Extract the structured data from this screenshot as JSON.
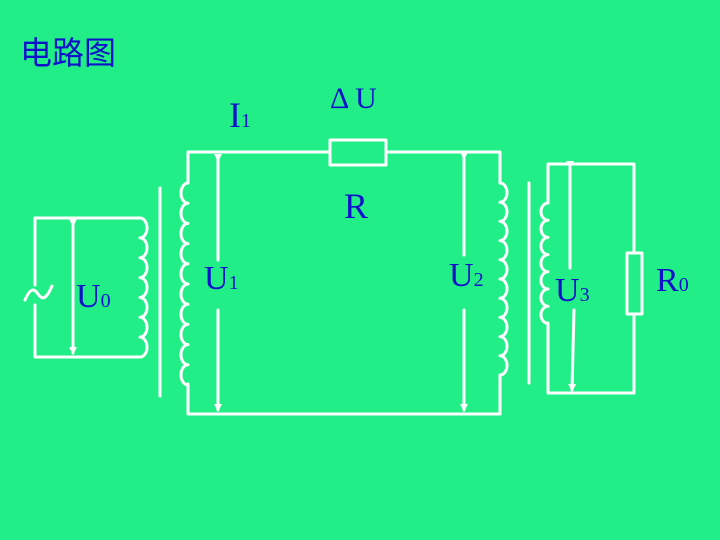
{
  "title": "电路图",
  "labels": {
    "current": {
      "main": "I",
      "sub": "1"
    },
    "delta_u": {
      "main": "Δ U"
    },
    "resistor_r": {
      "main": "R"
    },
    "u0": {
      "main": "U",
      "sub": "0"
    },
    "u1": {
      "main": "U",
      "sub": "1"
    },
    "u2": {
      "main": "U",
      "sub": "2"
    },
    "u3": {
      "main": "U",
      "sub": "3"
    },
    "r0": {
      "main": "R",
      "sub": "0"
    }
  },
  "source_symbol": "~",
  "colors": {
    "background": "#22EE88",
    "wire": "#FFFFFF",
    "text": "#1111CC"
  }
}
